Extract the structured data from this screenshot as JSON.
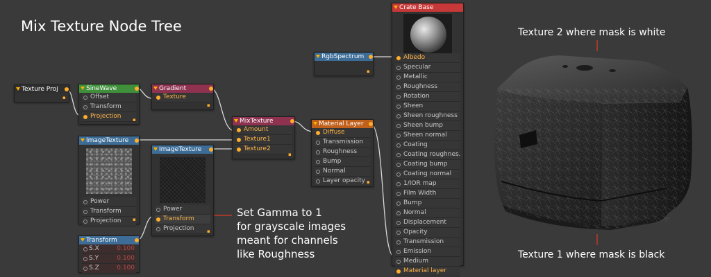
{
  "title": "Mix Texture Node Tree",
  "annotations": {
    "gamma_line1": "Set Gamma to 1",
    "gamma_line2": "for grayscale images",
    "gamma_line3": "meant for channels",
    "gamma_line4": "like Roughness",
    "texture2": "Texture 2 where mask is white",
    "texture1": "Texture 1 where mask is black"
  },
  "colors": {
    "accent_pin": "#ffae2b",
    "wire": "#d8d8d8",
    "annotation_line": "#c0392b"
  },
  "nodes": {
    "texture_proj": {
      "title": "Texture Proj"
    },
    "sinewave": {
      "title": "SineWave",
      "pins": [
        "Offset",
        "Transform",
        "Projection"
      ]
    },
    "gradient": {
      "title": "Gradient",
      "pins": [
        "Texture"
      ]
    },
    "mixtexture": {
      "title": "MixTexture",
      "pins": [
        "Amount",
        "Texture1",
        "Texture2"
      ]
    },
    "imagetexture1": {
      "title": "ImageTexture",
      "pins": [
        "Power",
        "Transform",
        "Projection"
      ]
    },
    "imagetexture2": {
      "title": "ImageTexture",
      "pins": [
        "Power",
        "Transform",
        "Projection"
      ]
    },
    "transform": {
      "title": "Transform",
      "pins": [
        "S.X",
        "S.Y",
        "S.Z"
      ],
      "values": [
        "0.100",
        "0.100",
        "0.100"
      ]
    },
    "material_layer": {
      "title": "Material Layer",
      "pins": [
        "Diffuse",
        "Transmission",
        "Roughness",
        "Bump",
        "Normal",
        "Layer opacity"
      ]
    },
    "rgbspectrum": {
      "title": "RgbSpectrum"
    },
    "crate_base": {
      "title": "Crate Base",
      "pins": [
        "Albedo",
        "Specular",
        "Metallic",
        "Roughness",
        "Rotation",
        "Sheen",
        "Sheen roughness",
        "Sheen bump",
        "Sheen normal",
        "Coating",
        "Coating roughnes.",
        "Coating bump",
        "Coating normal",
        "1/IOR map",
        "Film Width",
        "Bump",
        "Normal",
        "Displacement",
        "Opacity",
        "Transmission",
        "Emission",
        "Medium",
        "Material layer"
      ]
    }
  }
}
